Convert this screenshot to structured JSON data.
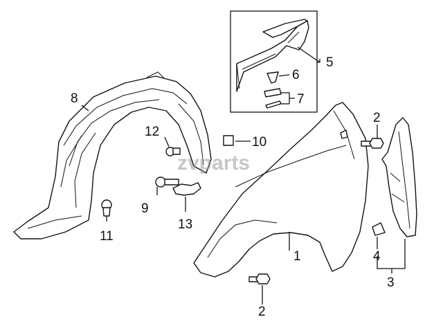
{
  "watermark": "zvparts",
  "callouts": {
    "c1": "1",
    "c2a": "2",
    "c2b": "2",
    "c3": "3",
    "c4": "4",
    "c5": "5",
    "c6": "6",
    "c7": "7",
    "c8": "8",
    "c9": "9",
    "c10": "10",
    "c11": "11",
    "c12": "12",
    "c13": "13"
  }
}
